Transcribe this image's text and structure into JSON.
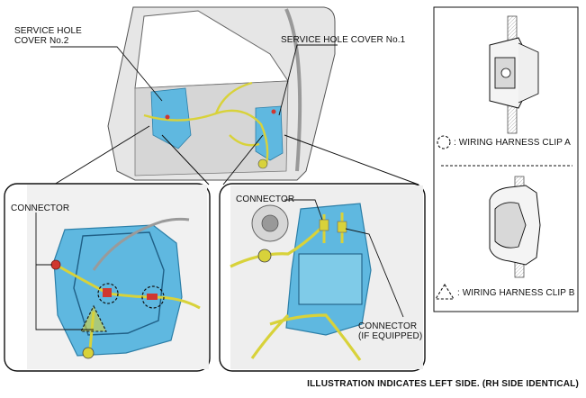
{
  "labels": {
    "service_hole_cover_2_line1": "SERVICE HOLE",
    "service_hole_cover_2_line2": "COVER No.2",
    "service_hole_cover_1": "SERVICE HOLE COVER No.1",
    "connector_left": "CONNECTOR",
    "connector_right": "CONNECTOR",
    "connector_if_equipped_line1": "CONNECTOR",
    "connector_if_equipped_line2": "(IF EQUIPPED)"
  },
  "legend": {
    "clip_a": ": WIRING HARNESS CLIP A",
    "clip_b": ": WIRING HARNESS CLIP B"
  },
  "footer": "ILLUSTRATION INDICATES LEFT SIDE. (RH SIDE IDENTICAL)",
  "colors": {
    "cover_blue": "#5fb8e0",
    "harness_yellow": "#d8d23a",
    "connector_red": "#d0372f",
    "door_gray": "#c8c8c8"
  }
}
